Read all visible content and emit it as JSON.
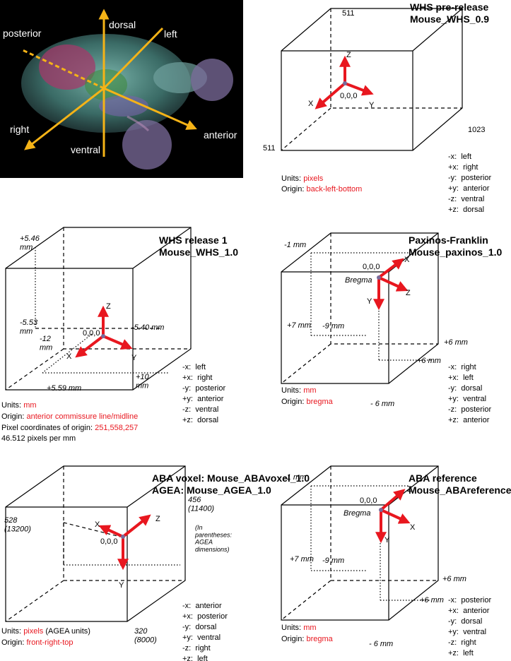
{
  "colors": {
    "axis_arrow": "#e8171f",
    "red_text": "#e8171f",
    "photo_arrow": "#f5b317",
    "ink": "#000000"
  },
  "photo": {
    "labels": {
      "posterior": "posterior",
      "dorsal": "dorsal",
      "left": "left",
      "right": "right",
      "ventral": "ventral",
      "anterior": "anterior"
    }
  },
  "panels": [
    {
      "id": "whs-prerelease",
      "title_line1": "WHS pre-release",
      "title_line2": "Mouse_WHS_0.9",
      "box_labels": {
        "top": "511",
        "right": "1023",
        "left": "511"
      },
      "origin_label": "0,0,0",
      "axis_labels": {
        "x": "X",
        "y": "Y",
        "z": "Z"
      },
      "units_label": "Units:",
      "units_value": "pixels",
      "origin_key_label": "Origin:",
      "origin_value": "back-left-bottom",
      "directions": [
        "-x:  left",
        "+x:  right",
        "-y:  posterior",
        "+y:  anterior",
        "-z:  ventral",
        "+z:  dorsal"
      ]
    },
    {
      "id": "whs-release1",
      "title_line1": "WHS release 1",
      "title_line2": "Mouse_WHS_1.0",
      "box_labels": {
        "top": "+5.46\nmm",
        "left": "-5.53\nmm",
        "left2": "-12\nmm",
        "right": "-5.40 mm",
        "bottom_right": "+10\nmm",
        "bottom": "+5.59 mm"
      },
      "origin_label": "0,0,0",
      "axis_labels": {
        "x": "X",
        "y": "Y",
        "z": "Z"
      },
      "units_label": "Units:",
      "units_value": "mm",
      "origin_key_label": "Origin:",
      "origin_value": "anterior commissure line/midline",
      "pixel_label": "Pixel coordinates of origin:",
      "pixel_value": "251,558,257",
      "pixels_per_mm": "46.512 pixels per mm",
      "directions": [
        "-x:  left",
        "+x:  right",
        "-y:  posterior",
        "+y:  anterior",
        "-z:  ventral",
        "+z:  dorsal"
      ]
    },
    {
      "id": "paxinos",
      "title_line1": "Paxinos-Franklin",
      "title_line2": "Mouse_paxinos_1.0",
      "box_labels": {
        "top": "-1 mm",
        "left": "+7 mm",
        "mid": "-9 mm",
        "right": "+6 mm",
        "right2": "+6 mm",
        "bottom": "- 6 mm"
      },
      "origin_label": "0,0,0",
      "bregma_label": "Bregma",
      "axis_labels": {
        "x": "X",
        "y": "Y",
        "z": "Z"
      },
      "units_label": "Units:",
      "units_value": "mm",
      "origin_key_label": "Origin:",
      "origin_value": "bregma",
      "directions": [
        "-x:  right",
        "+x:  left",
        "-y:  dorsal",
        "+y:  ventral",
        "-z:  posterior",
        "+z:  anterior"
      ]
    },
    {
      "id": "aba-voxel",
      "title_line1": "ABA voxel: Mouse_ABAvoxel_1.0",
      "title_line2": "AGEA: Mouse_AGEA_1.0",
      "box_labels": {
        "right_top": "456\n(11400)",
        "left_top": "528\n(13200)",
        "bottom": "320\n(8000)",
        "note": "(In\nparentheses:\nAGEA\ndimensions)"
      },
      "origin_label": "0,0,0",
      "axis_labels": {
        "x": "X",
        "y": "Y",
        "z": "Z"
      },
      "units_label": "Units:",
      "units_value": "pixels",
      "units_extra": "(AGEA units)",
      "origin_key_label": "Origin:",
      "origin_value": "front-right-top",
      "directions": [
        "-x:  anterior",
        "+x:  posterior",
        "-y:  dorsal",
        "+y:  ventral",
        "-z:  right",
        "+z:  left"
      ]
    },
    {
      "id": "aba-reference",
      "title_line1": "ABA reference",
      "title_line2": "Mouse_ABAreference_1.0",
      "box_labels": {
        "top": "-1 mm",
        "left": "+7 mm",
        "mid": "-9 mm",
        "right": "+6 mm",
        "right2": "+6 mm",
        "bottom": "- 6 mm"
      },
      "origin_label": "0,0,0",
      "bregma_label": "Bregma",
      "axis_labels": {
        "x": "X",
        "y": "Y",
        "z": "Z"
      },
      "units_label": "Units:",
      "units_value": "mm",
      "origin_key_label": "Origin:",
      "origin_value": "bregma",
      "directions": [
        "-x:  posterior",
        "+x:  anterior",
        "-y:  dorsal",
        "+y:  ventral",
        "-z:  right",
        "+z:  left"
      ]
    }
  ]
}
